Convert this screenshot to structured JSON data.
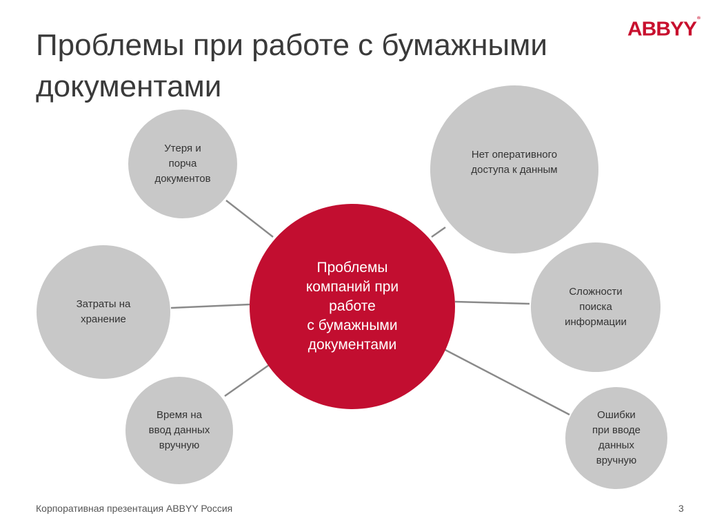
{
  "title": {
    "line1": "Проблемы при работе с бумажными",
    "line2": "документами"
  },
  "logo": {
    "text": "ABBYY",
    "mark": "®"
  },
  "diagram": {
    "center": "Проблемы\nкомпаний при\nработе\nс бумажными\nдокументами",
    "nodes": {
      "loss": "Утеря и\nпорча\nдокументов",
      "access": "Нет оперативного\nдоступа к данным",
      "storage": "Затраты на\nхранение",
      "search": "Сложности\nпоиска\nинформации",
      "manual_time": "Время на\nввод данных\nвручную",
      "manual_errors": "Ошибки\nпри вводе\nданных\nвручную"
    }
  },
  "footer": {
    "text": "Корпоративная презентация ABBYY Россия",
    "page": "3"
  },
  "colors": {
    "accent": "#c20e30",
    "node": "#c8c8c8",
    "connector": "#8a8a8a"
  }
}
